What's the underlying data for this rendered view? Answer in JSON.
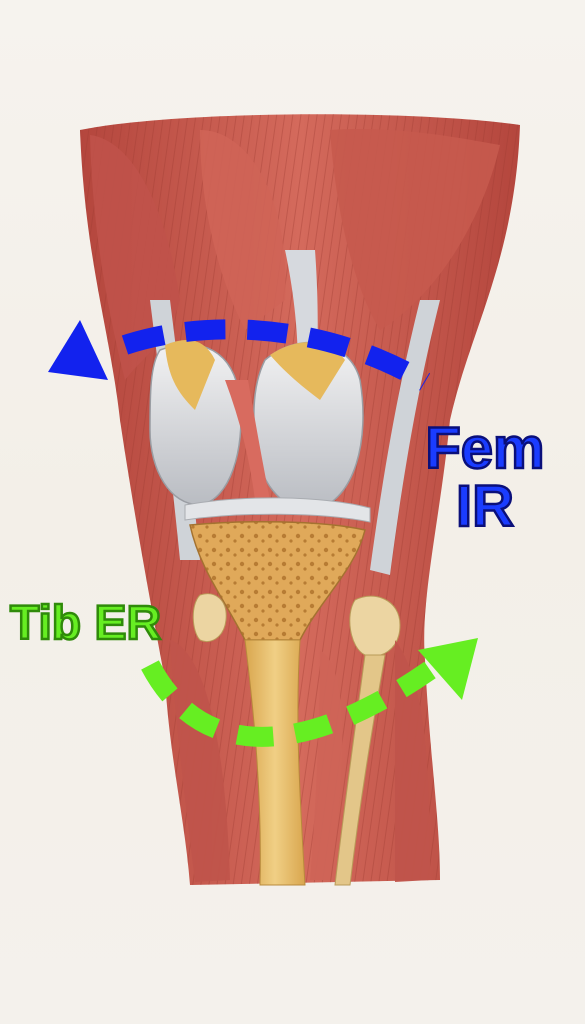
{
  "labels": {
    "femur_rotation_line1": "Fem",
    "femur_rotation_line2": "IR",
    "tibia_rotation": "Tib ER"
  },
  "colors": {
    "femur_rotation": "#1222ee",
    "femur_text_fill": "#1a3cff",
    "femur_text_outline": "#0a0f7a",
    "tibia_rotation": "#66ee22",
    "tibia_text_outline": "#2f8a0a",
    "muscle": "#c9594d",
    "muscle_dark": "#a23b33",
    "tendon": "#d8dbdf",
    "cartilage": "#e8e8ea",
    "bone": "#e4b866"
  },
  "icons": {
    "femur_arrow": "arrow-up-left-icon",
    "tibia_arrow": "arrow-up-right-icon"
  }
}
